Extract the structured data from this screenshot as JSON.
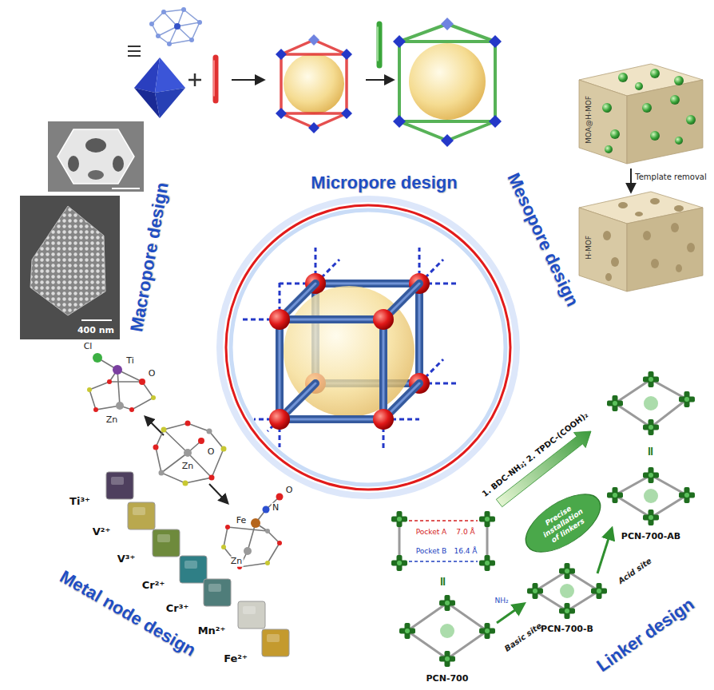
{
  "diagram": {
    "nodes": [
      {
        "text": [
          "Precise installation of linkers"
        ]
      }
    ],
    "labels": [
      "Micropore design",
      "Macropore design",
      "Mesopore design",
      "MOA@H-MOF",
      "Template removal",
      "H-MOF",
      "400 nm",
      "Cl",
      "Ti",
      "O",
      "Zn",
      "Zn",
      "O",
      "Fe",
      "N",
      "O",
      "Zn",
      "Ti³⁺",
      "V²⁺",
      "V³⁺",
      "Cr²⁺",
      "Cr³⁺",
      "Mn²⁺",
      "Fe²⁺",
      "Metal node design",
      "1. BDC-NH₂; 2. TPDC-(COOH)₂",
      "Pocket A",
      "7.0 Å",
      "Pocket B",
      "16.4 Å",
      "=",
      "=",
      "PCN-700",
      "NH₂",
      "Basic site",
      "PCN-700-B",
      "Acid site",
      "PCN-700-AB",
      "Linker design"
    ]
  }
}
